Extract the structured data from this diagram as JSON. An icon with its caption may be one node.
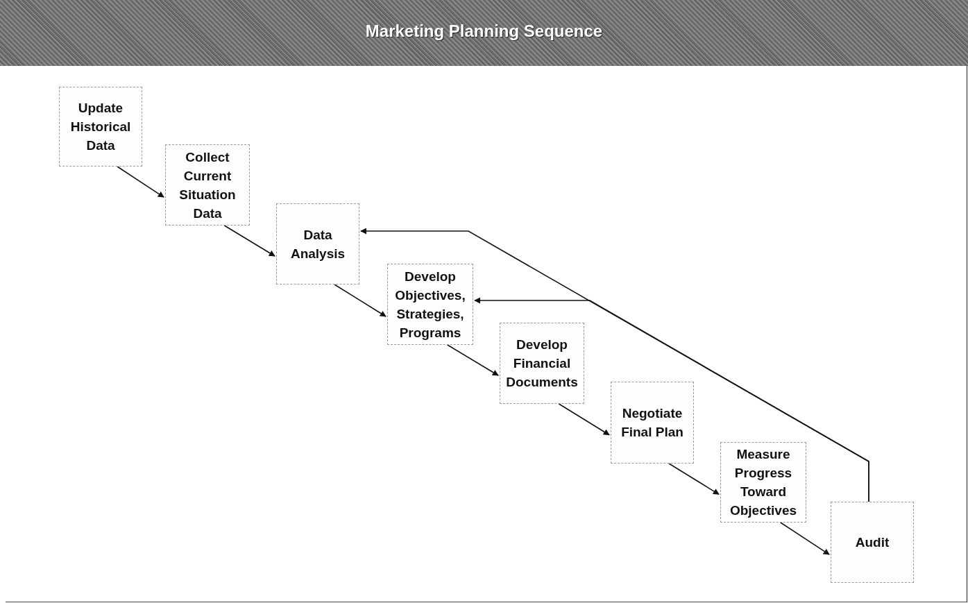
{
  "diagram": {
    "title": "Marketing Planning Sequence",
    "nodes": [
      {
        "text": [
          "Update Historical Data"
        ]
      },
      {
        "text": [
          "Collect Current Situation Data"
        ]
      },
      {
        "text": [
          "Data Analysis"
        ]
      },
      {
        "text": [
          "Develop Objectives, Strategies, Programs"
        ]
      },
      {
        "text": [
          "Develop Financial Documents"
        ]
      },
      {
        "text": [
          "Negotiate Final Plan"
        ]
      },
      {
        "text": [
          "Measure Progress Toward Objectives"
        ]
      },
      {
        "text": [
          "Audit"
        ]
      }
    ],
    "edges": [
      {
        "from": 0,
        "to": 1,
        "arrow": "to"
      },
      {
        "from": 1,
        "to": 2,
        "arrow": "to"
      },
      {
        "from": 2,
        "to": 3,
        "arrow": "to"
      },
      {
        "from": 3,
        "to": 4,
        "arrow": "to"
      },
      {
        "from": 4,
        "to": 5,
        "arrow": "to"
      },
      {
        "from": 5,
        "to": 6,
        "arrow": "to"
      },
      {
        "from": 6,
        "to": 7,
        "arrow": "to"
      },
      {
        "from": 7,
        "to": 2,
        "arrow": "to"
      },
      {
        "from": 7,
        "to": 3,
        "arrow": "to"
      }
    ]
  }
}
